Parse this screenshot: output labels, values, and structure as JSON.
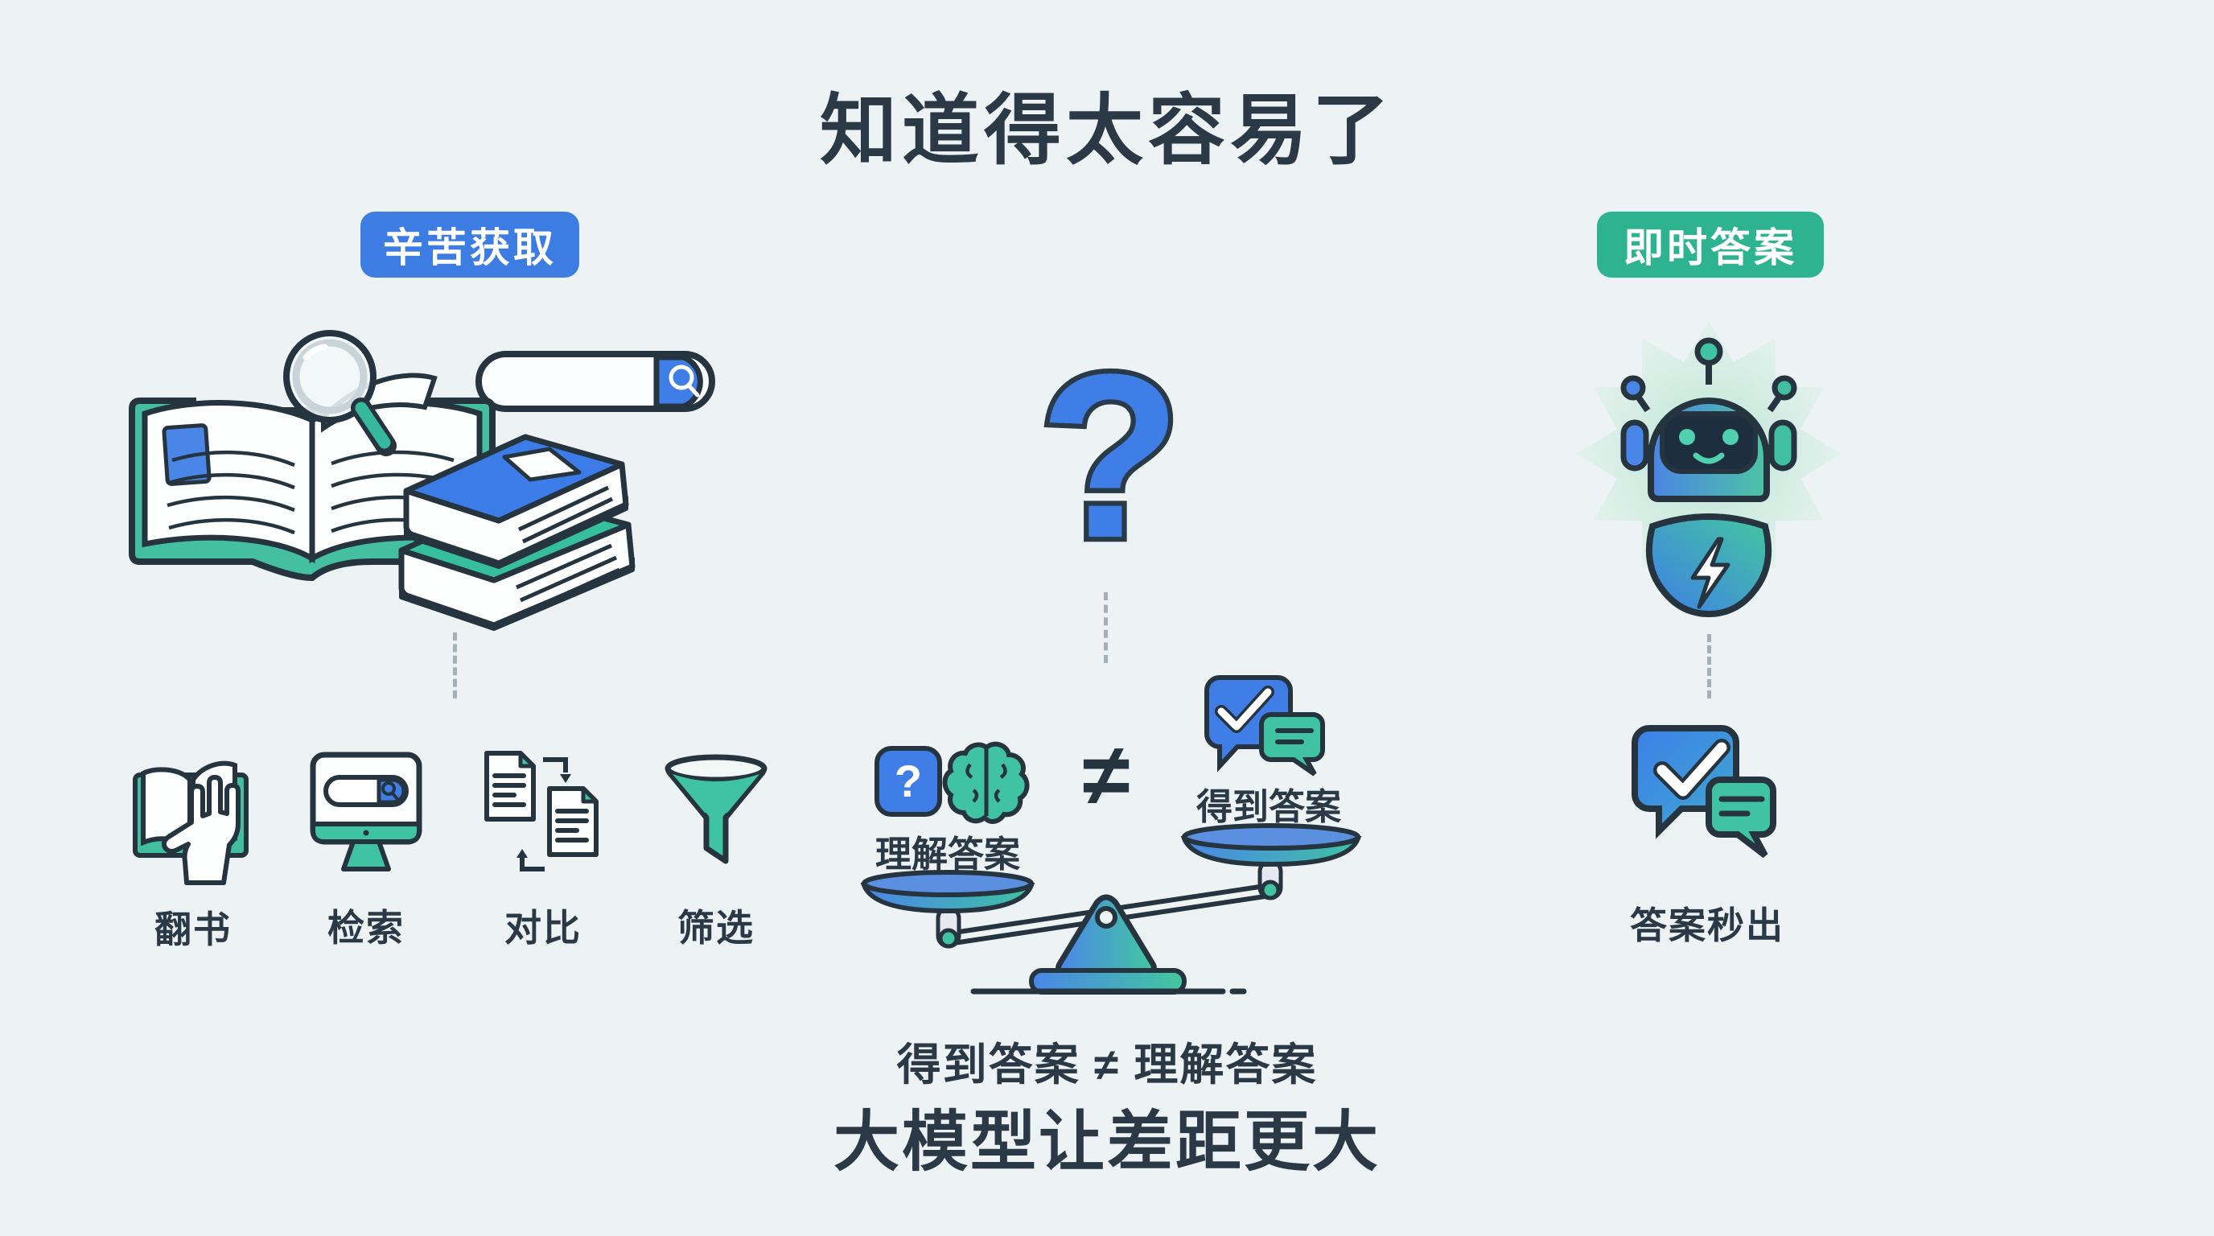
{
  "title": "知道得太容易了",
  "badges": {
    "left": "辛苦获取",
    "right": "即时答案"
  },
  "question_mark": "?",
  "methods": [
    {
      "label": "翻书"
    },
    {
      "label": "检索"
    },
    {
      "label": "对比"
    },
    {
      "label": "筛选"
    }
  ],
  "balance": {
    "question_tile": "?",
    "left_label": "理解答案",
    "right_label": "得到答案",
    "not_equal_symbol": "≠"
  },
  "instant": {
    "label": "答案秒出"
  },
  "footer": {
    "comparison": "得到答案 ≠ 理解答案",
    "conclusion": "大模型让差距更大"
  },
  "colors": {
    "background": "#edf3f4",
    "ink": "#26343f",
    "text": "#2b3947",
    "blue": "#3c7ce3",
    "green": "#2db390",
    "teal": "#3fc3a2"
  }
}
